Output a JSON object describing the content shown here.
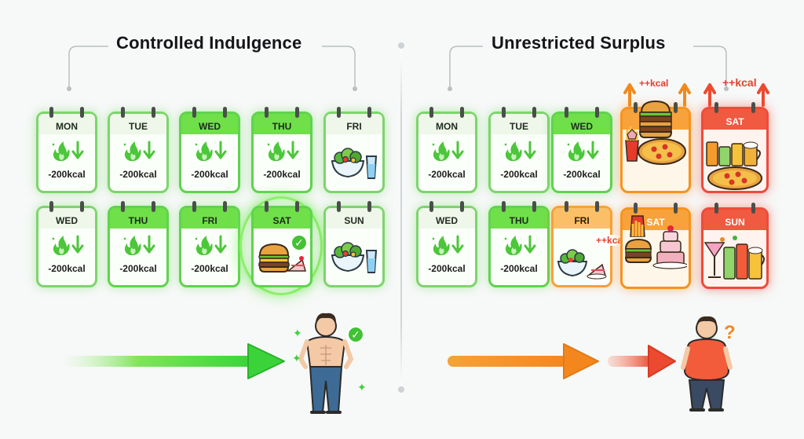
{
  "left": {
    "title": "Controlled Indulgence",
    "row1": [
      {
        "day": "MON",
        "kcal": "-200kcal"
      },
      {
        "day": "TUE",
        "kcal": "-200kcal"
      },
      {
        "day": "WED",
        "kcal": "-200kcal"
      },
      {
        "day": "THU",
        "kcal": "-200kcal"
      },
      {
        "day": "FRI"
      }
    ],
    "row2": [
      {
        "day": "WED",
        "kcal": "-200kcal"
      },
      {
        "day": "THU",
        "kcal": "-200kcal"
      },
      {
        "day": "FRI",
        "kcal": "-200kcal"
      },
      {
        "day": "SAT"
      },
      {
        "day": "SUN"
      }
    ],
    "check_glyph": "✓"
  },
  "right": {
    "title": "Unrestricted Surplus",
    "row1": [
      {
        "day": "MON",
        "kcal": "-200kcal"
      },
      {
        "day": "TUE",
        "kcal": "-200kcal"
      },
      {
        "day": "WED",
        "kcal": "-200kcal"
      },
      {
        "day": ""
      },
      {
        "day": "SAT"
      }
    ],
    "row2": [
      {
        "day": "WED",
        "kcal": "-200kcal"
      },
      {
        "day": "THU",
        "kcal": "-200kcal"
      },
      {
        "day": "FRI",
        "extra": "++kcal"
      },
      {
        "day": "SAT"
      },
      {
        "day": "SUN"
      }
    ],
    "surplus_labels": [
      "++kcal",
      "++kcal"
    ],
    "question_glyph": "?"
  },
  "icons": {
    "deficit": "flame-down-arrow-icon",
    "salad": "salad-and-water-icon",
    "burger_cake": "burger-and-cake-icon",
    "junk": "junk-food-icon",
    "drinks": "drinks-icon"
  },
  "colors": {
    "green": "#5fd34e",
    "orange": "#f6931e",
    "red": "#ee4b3a"
  }
}
